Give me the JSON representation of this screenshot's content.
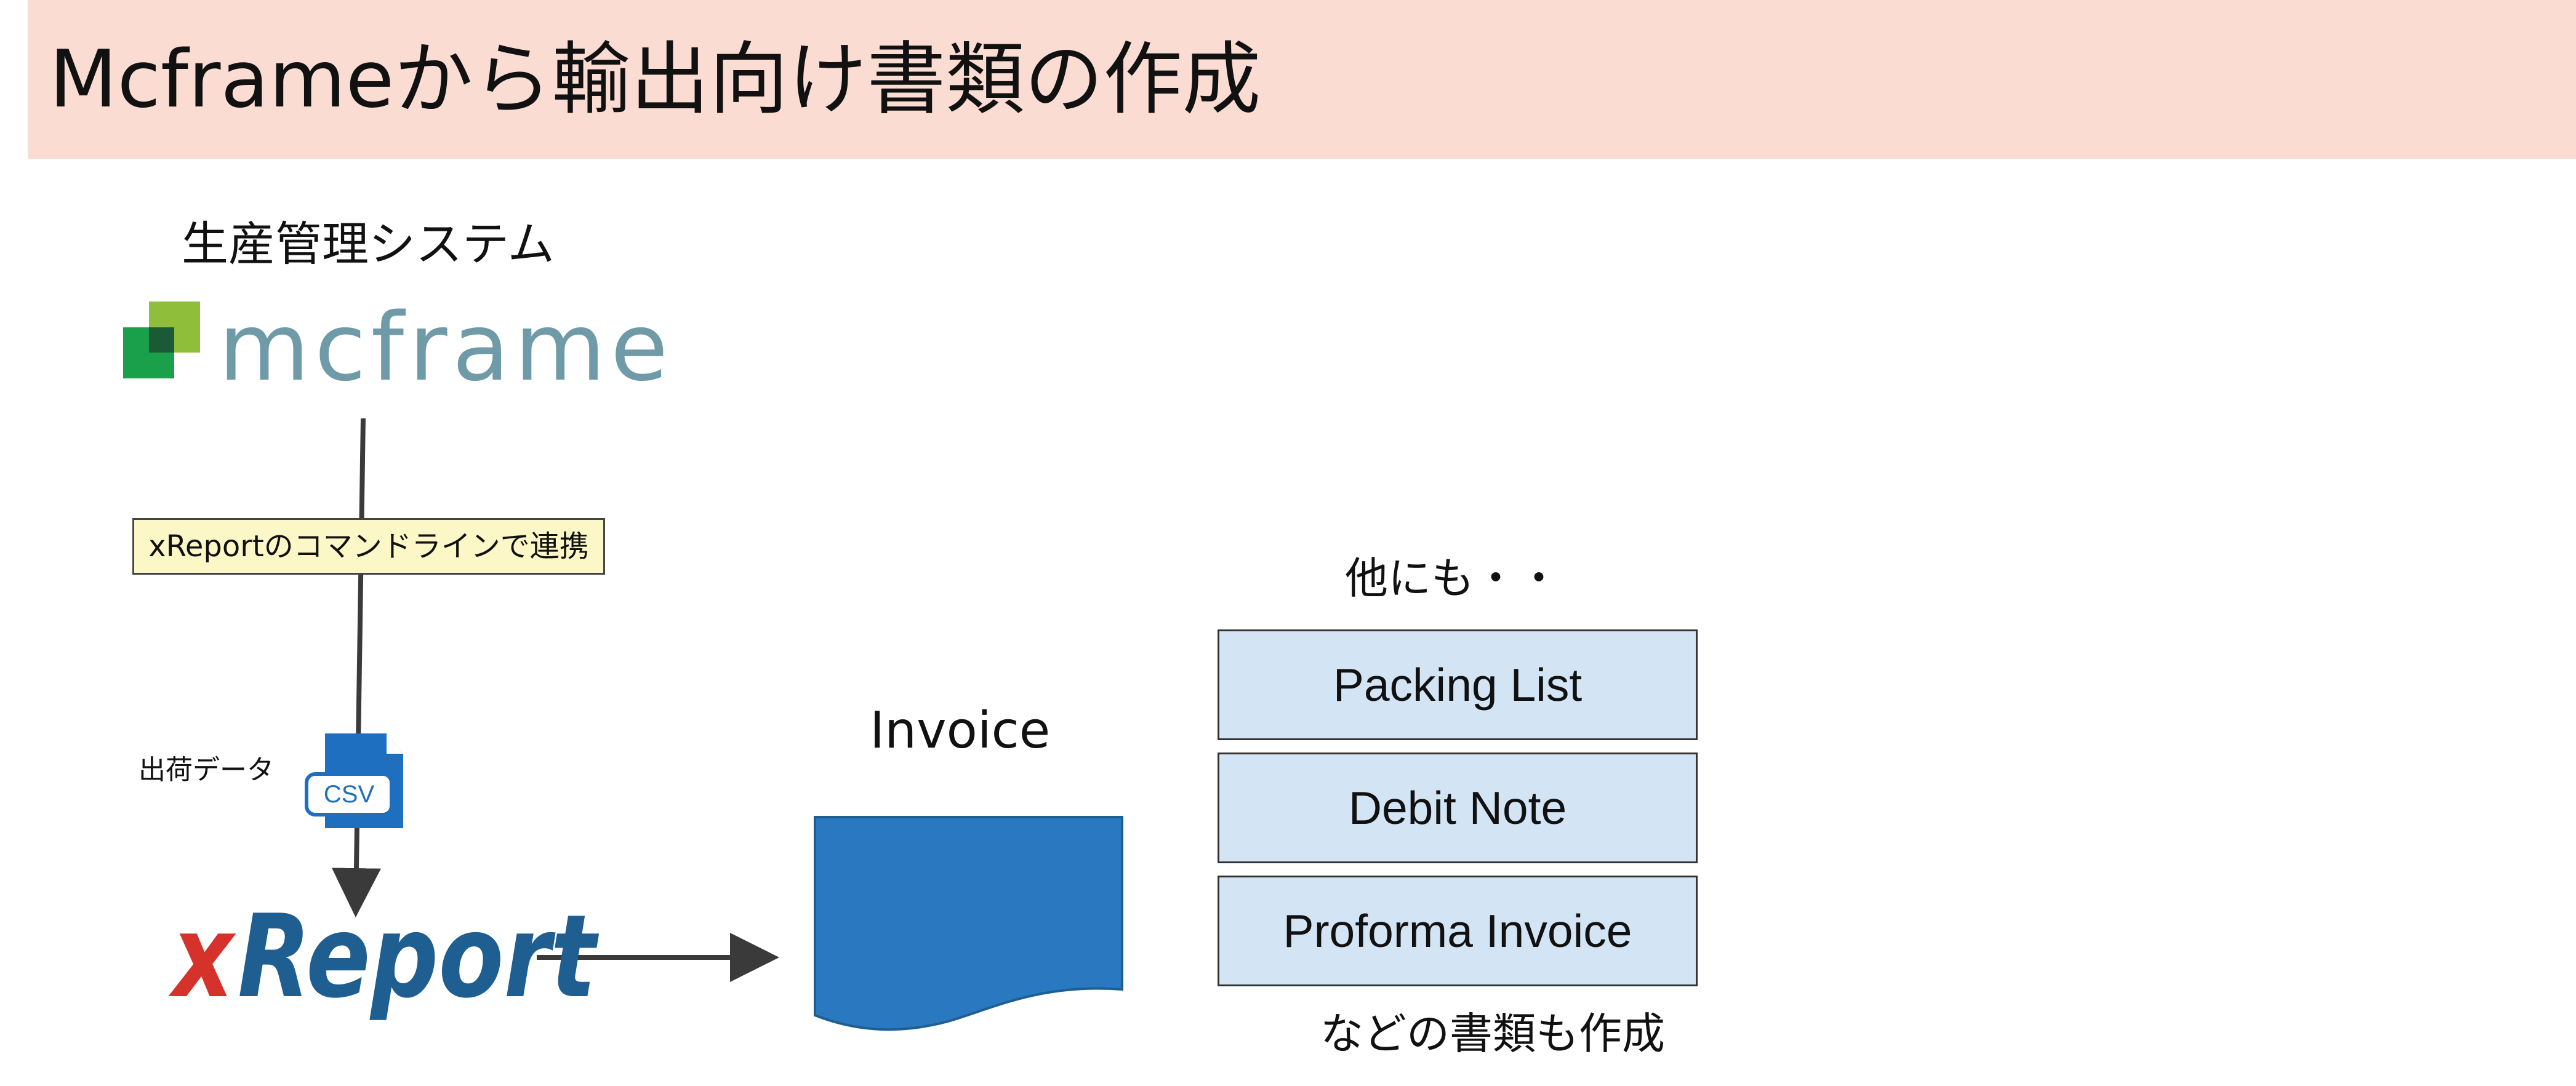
{
  "title": "Mcframeから輸出向け書類の作成",
  "system_label": "生産管理システム",
  "mcframe_logo": {
    "wordmark": "mcframe",
    "colors": [
      "#8fbf3a",
      "#1aa04a",
      "#1a5a36"
    ],
    "text_color": "#6f9aa8"
  },
  "connector_note": "xReportのコマンドラインで連携",
  "shipping_data_label": "出荷データ",
  "csv_icon": {
    "label": "CSV",
    "color": "#1e6fc0"
  },
  "xreport_logo": {
    "x": "x",
    "report": "Report",
    "x_color": "#d4322a",
    "report_color": "#1f5e90"
  },
  "invoice_label": "Invoice",
  "others_label": "他にも・・",
  "documents": [
    "Packing List",
    "Debit Note",
    "Proforma Invoice"
  ],
  "footer_label": "などの書類も作成",
  "colors": {
    "title_band": "#fbdcd2",
    "doc_box": "#d3e4f5",
    "invoice_shape": "#2a79c0",
    "note_fill": "#fbf7c6",
    "line": "#3a3a3a"
  }
}
